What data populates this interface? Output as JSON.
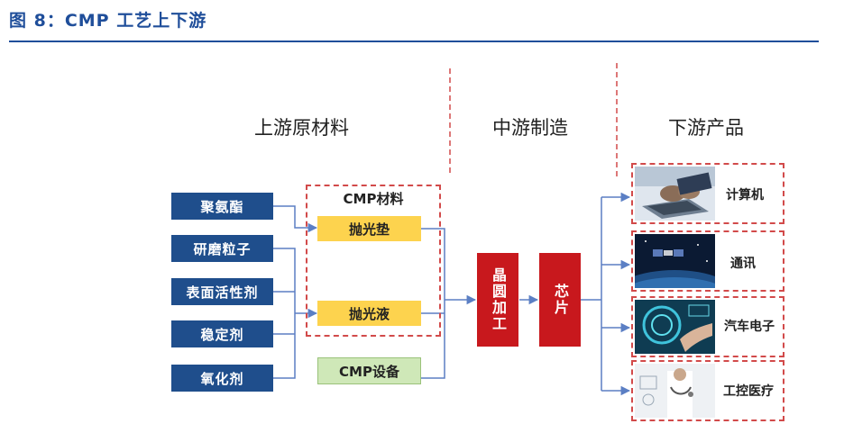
{
  "figure": {
    "title": "图 8：CMP 工艺上下游"
  },
  "sections": {
    "upstream": "上游原材料",
    "midstream": "中游制造",
    "downstream": "下游产品"
  },
  "raw_materials": [
    "聚氨酯",
    "研磨粒子",
    "表面活性剂",
    "稳定剂",
    "氧化剂"
  ],
  "cmp_materials": {
    "label": "CMP材料",
    "pad": "抛光垫",
    "slurry": "抛光液"
  },
  "cmp_equipment": "CMP设备",
  "manufacturing": {
    "wafer": "晶圆加工",
    "chip": "芯片"
  },
  "products": [
    "计算机",
    "通讯",
    "汽车电子",
    "工控医疗"
  ],
  "colors": {
    "title": "#1f4e9a",
    "navy": "#1f4e8c",
    "yellow": "#fdd34e",
    "green": "#cfe8b8",
    "red": "#c8181d",
    "arrow": "#5b7fc4",
    "dash": "#d24a4a"
  }
}
